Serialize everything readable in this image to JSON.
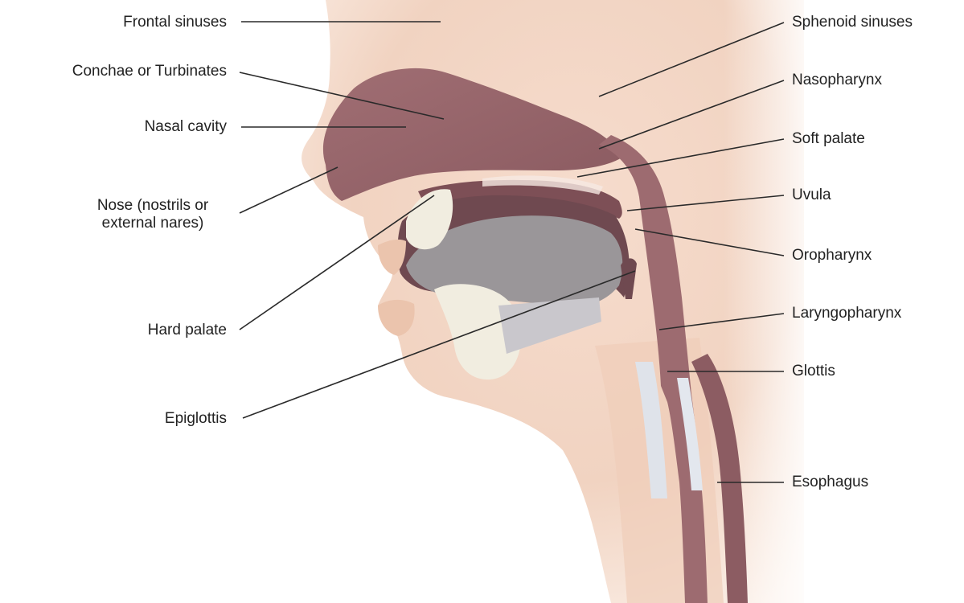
{
  "labels": {
    "frontal_sinuses": "Frontal sinuses",
    "conchae": "Conchae or Turbinates",
    "nasal_cavity": "Nasal cavity",
    "nose_line1": "Nose (nostrils or",
    "nose_line2": "external nares)",
    "hard_palate": "Hard palate",
    "epiglottis": "Epiglottis",
    "sphenoid_sinuses": "Sphenoid sinuses",
    "nasopharynx": "Nasopharynx",
    "soft_palate": "Soft palate",
    "uvula": "Uvula",
    "oropharynx": "Oropharynx",
    "laryngopharynx": "Laryngopharynx",
    "glottis": "Glottis",
    "esophagus": "Esophagus"
  },
  "colors": {
    "skin": "#f3d9c9",
    "skin_shadow": "#e9c4af",
    "airway": "#9d6b70",
    "airway_dark": "#7d4f56",
    "tongue": "#9a9699",
    "teeth": "#f1ede0",
    "cartilage": "#dfe3ea"
  }
}
